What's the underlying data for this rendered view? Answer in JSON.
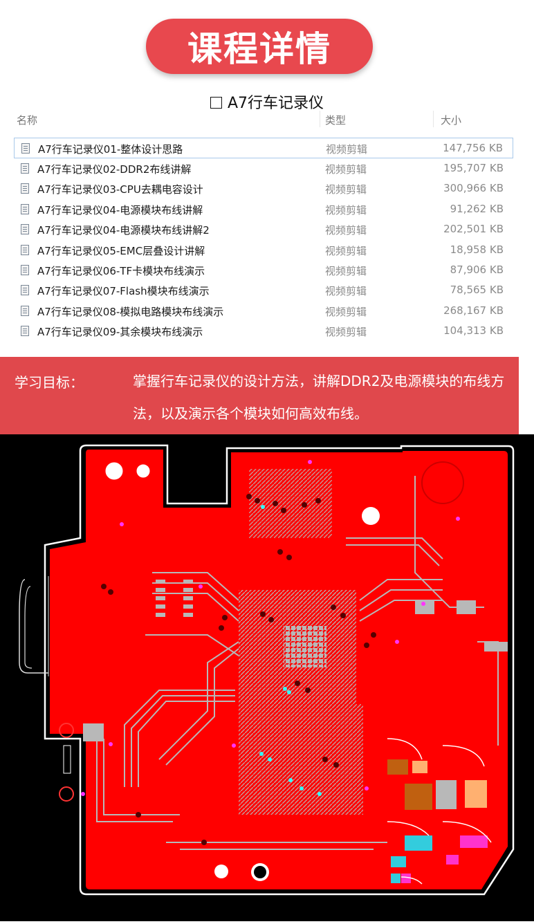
{
  "header": {
    "title": "课程详情"
  },
  "folder": {
    "title": "A7行车记录仪"
  },
  "columns": {
    "name": "名称",
    "type": "类型",
    "size": "大小"
  },
  "files": [
    {
      "name": "A7行车记录仪01-整体设计思路",
      "type": "视频剪辑",
      "size": "147,756 KB"
    },
    {
      "name": "A7行车记录仪02-DDR2布线讲解",
      "type": "视频剪辑",
      "size": "195,707 KB"
    },
    {
      "name": "A7行车记录仪03-CPU去耦电容设计",
      "type": "视频剪辑",
      "size": "300,966 KB"
    },
    {
      "name": "A7行车记录仪04-电源模块布线讲解",
      "type": "视频剪辑",
      "size": "91,262 KB"
    },
    {
      "name": "A7行车记录仪04-电源模块布线讲解2",
      "type": "视频剪辑",
      "size": "202,501 KB"
    },
    {
      "name": "A7行车记录仪05-EMC层叠设计讲解",
      "type": "视频剪辑",
      "size": "18,958 KB"
    },
    {
      "name": "A7行车记录仪06-TF卡模块布线演示",
      "type": "视频剪辑",
      "size": "87,906 KB"
    },
    {
      "name": "A7行车记录仪07-Flash模块布线演示",
      "type": "视频剪辑",
      "size": "78,565 KB"
    },
    {
      "name": "A7行车记录仪08-模拟电路模块布线演示",
      "type": "视频剪辑",
      "size": "268,167 KB"
    },
    {
      "name": "A7行车记录仪09-其余模块布线演示",
      "type": "视频剪辑",
      "size": "104,313 KB"
    }
  ],
  "goal": {
    "label": "学习目标：",
    "text": "掌握行车记录仪的设计方法，讲解DDR2及电源模块的布线方法，以及演示各个模块如何高效布线。"
  },
  "colors": {
    "accent": "#e8484e",
    "band": "#e0484c",
    "pcb_copper": "#ff0000",
    "pcb_trace": "#b8b8b8",
    "pcb_background": "#000000"
  }
}
